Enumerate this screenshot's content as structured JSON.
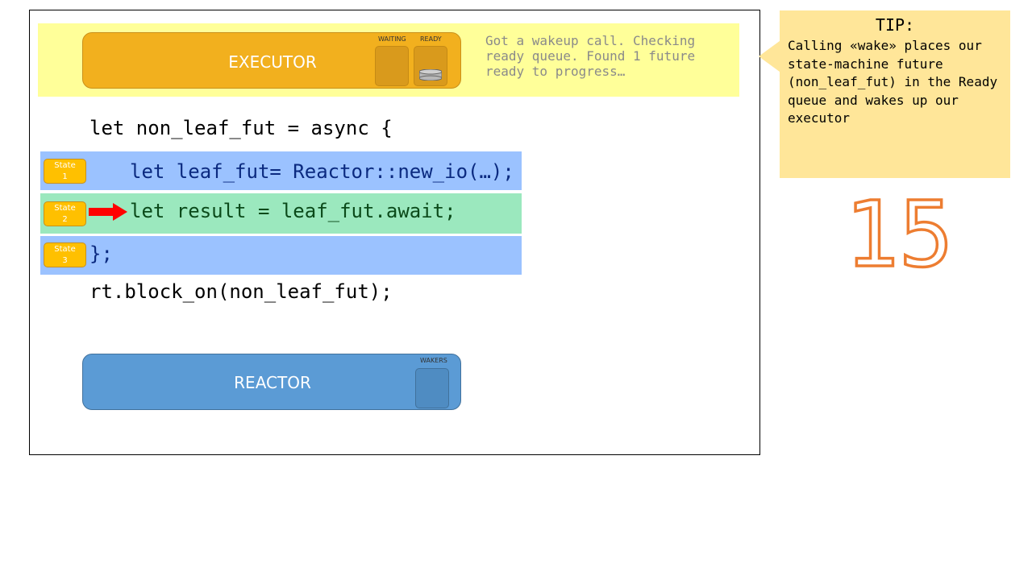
{
  "executor": {
    "label": "EXECUTOR",
    "waiting_label": "WAITING",
    "ready_label": "READY",
    "ready_count": 1,
    "message": "Got a wakeup call. Checking ready queue. Found 1 future ready to progress…"
  },
  "code": {
    "line_open": "let non_leaf_fut = async {",
    "line_state1": "let leaf_fut= Reactor::new_io(…);",
    "line_state2": "let result = leaf_fut.await;",
    "line_state3": "};",
    "line_block_on": "rt.block_on(non_leaf_fut);"
  },
  "states": [
    {
      "label": "State",
      "number": "1",
      "active": false
    },
    {
      "label": "State",
      "number": "2",
      "active": true
    },
    {
      "label": "State",
      "number": "3",
      "active": false
    }
  ],
  "reactor": {
    "label": "REACTOR",
    "wakers_label": "WAKERS"
  },
  "tip": {
    "title": "TIP:",
    "body": "Calling «wake» places our state-machine future (non_leaf_fut) in the Ready queue and wakes up our executor"
  },
  "step_number": "15",
  "colors": {
    "executor": "#f2b01e",
    "exec_band": "#ffff99",
    "state_row": "#9bc2ff",
    "active_row": "#9be8be",
    "state_badge": "#ffc000",
    "reactor": "#5b9bd5",
    "tip_bg": "#ffe699",
    "arrow": "#ff0000",
    "step_number": "#ed7d31"
  }
}
